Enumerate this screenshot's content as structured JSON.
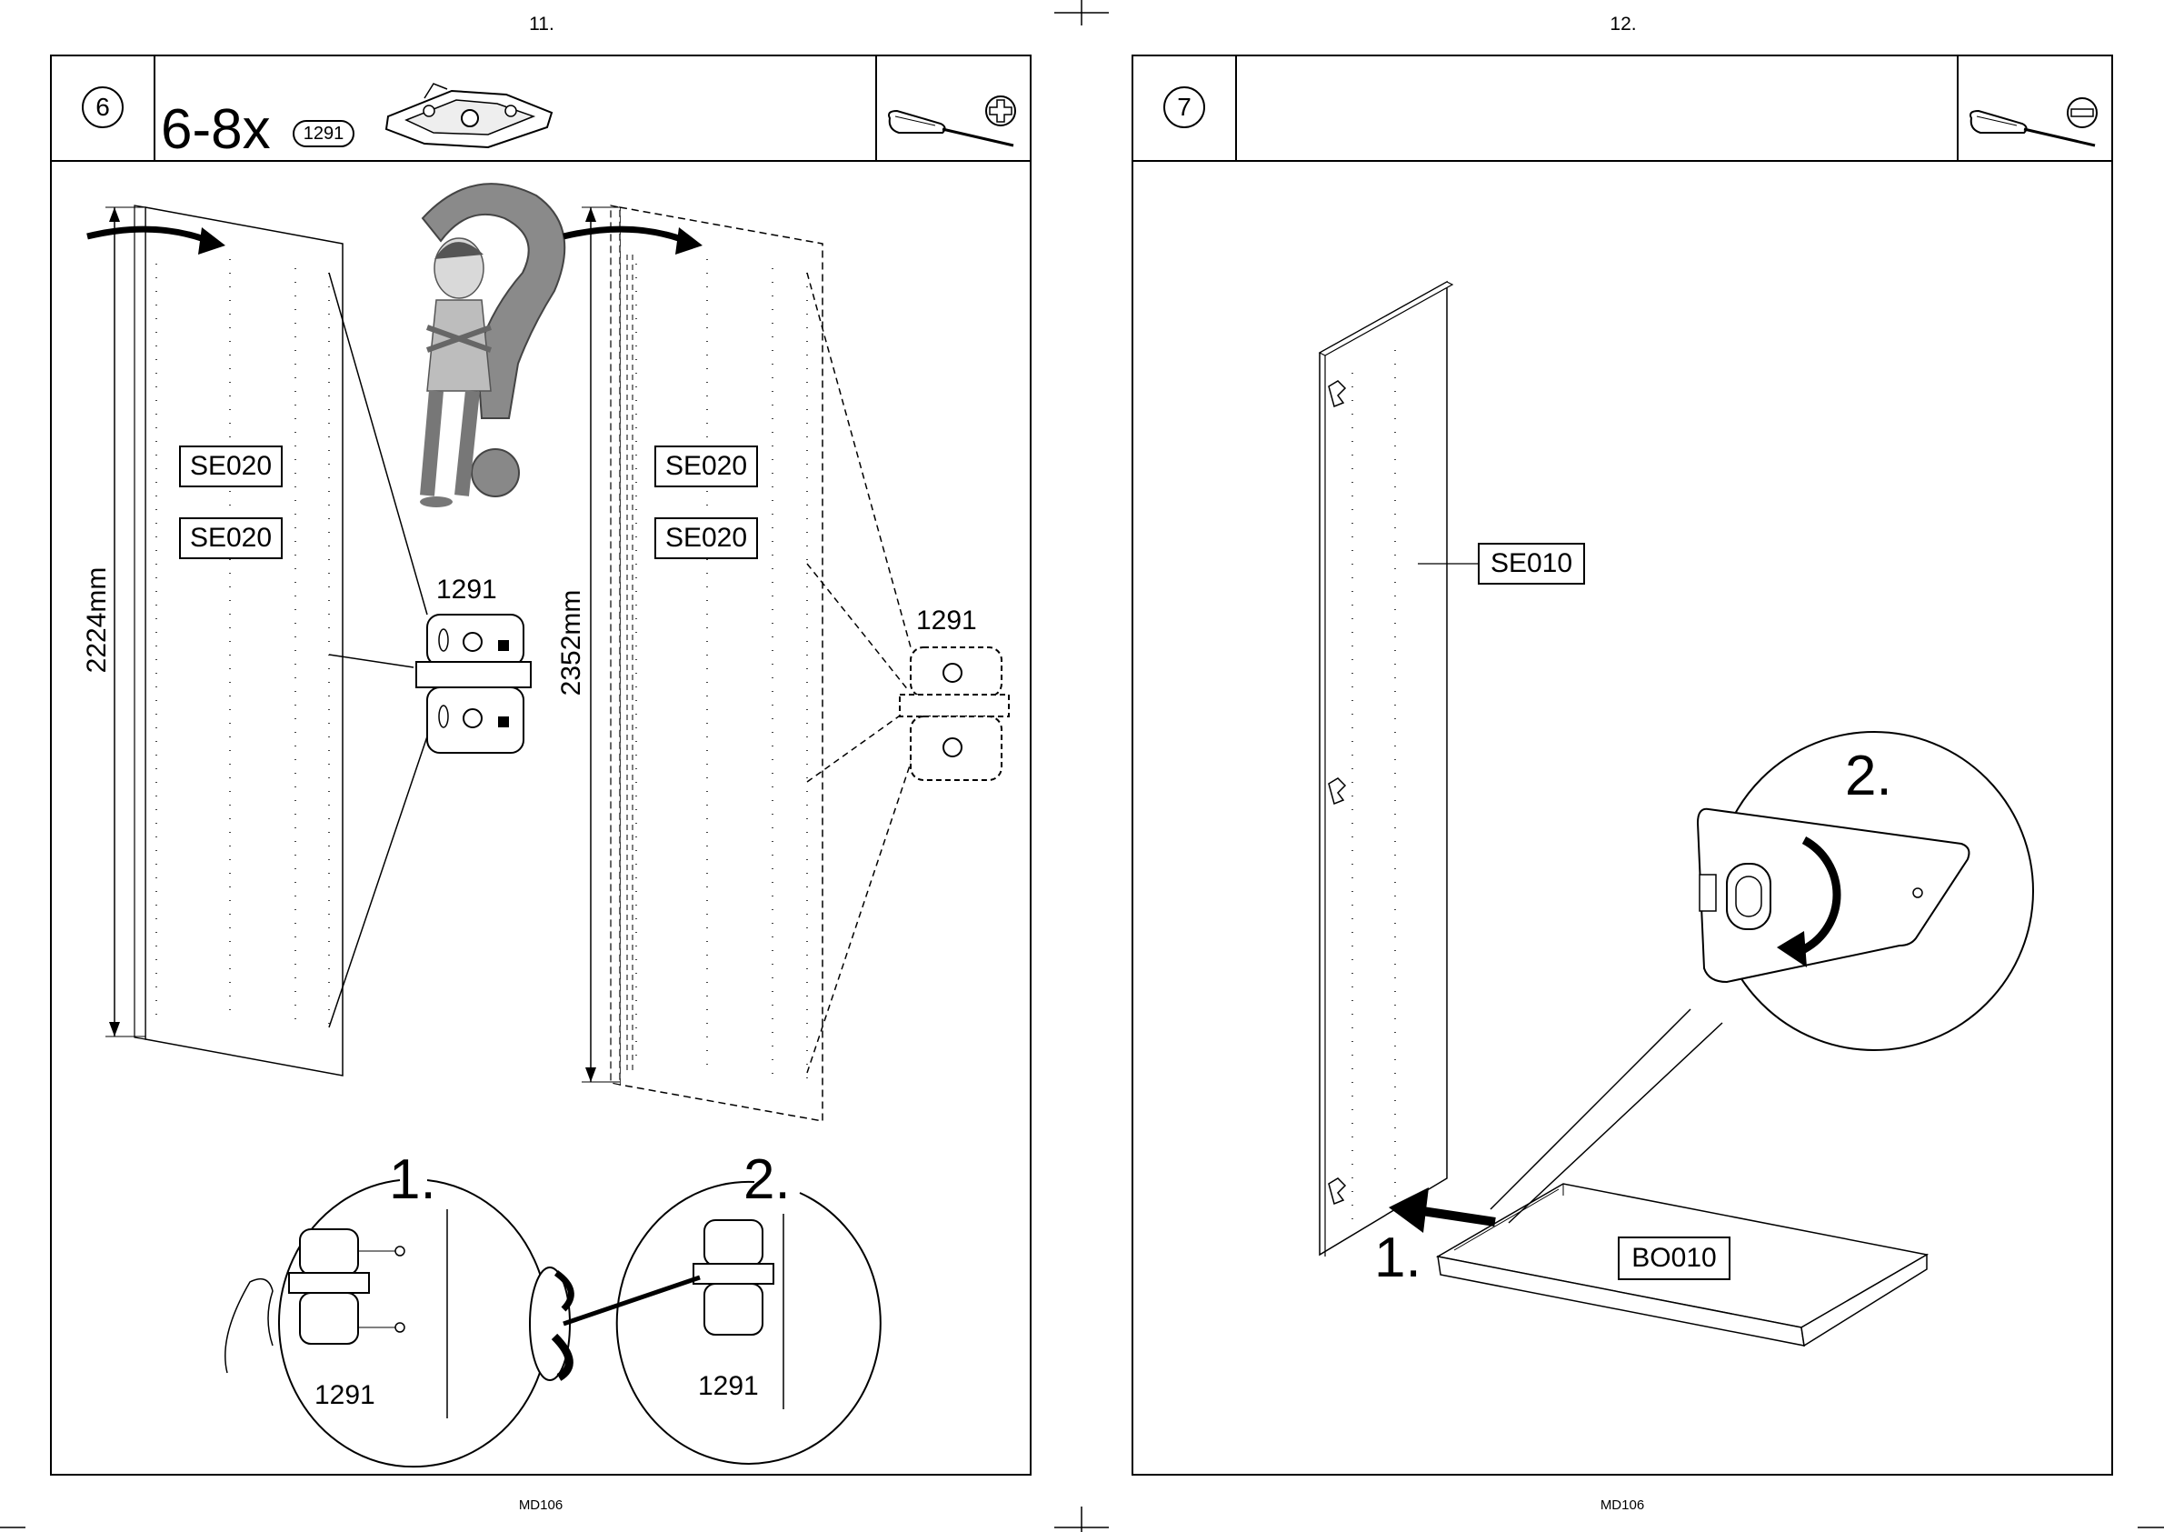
{
  "pages": [
    {
      "page_number": "11.",
      "footer": "MD106",
      "step": "6",
      "quantity": "6-8x",
      "part_code": "1291",
      "tool": "phillips-screwdriver-icon",
      "panels": [
        {
          "label_a": "SE020",
          "label_b": "SE020",
          "dimension": "2224mm"
        },
        {
          "label_a": "SE020",
          "label_b": "SE020",
          "dimension": "2352mm"
        }
      ],
      "callout_part": "1291",
      "callout_part_dashed": "1291",
      "detail_1": {
        "step": "1.",
        "part": "1291"
      },
      "detail_2": {
        "step": "2.",
        "part": "1291"
      }
    },
    {
      "page_number": "12.",
      "footer": "MD106",
      "step": "7",
      "tool": "flat-screwdriver-icon",
      "panel_label": "SE010",
      "base_label": "BO010",
      "arrow_step": "1.",
      "zoom_step": "2."
    }
  ]
}
